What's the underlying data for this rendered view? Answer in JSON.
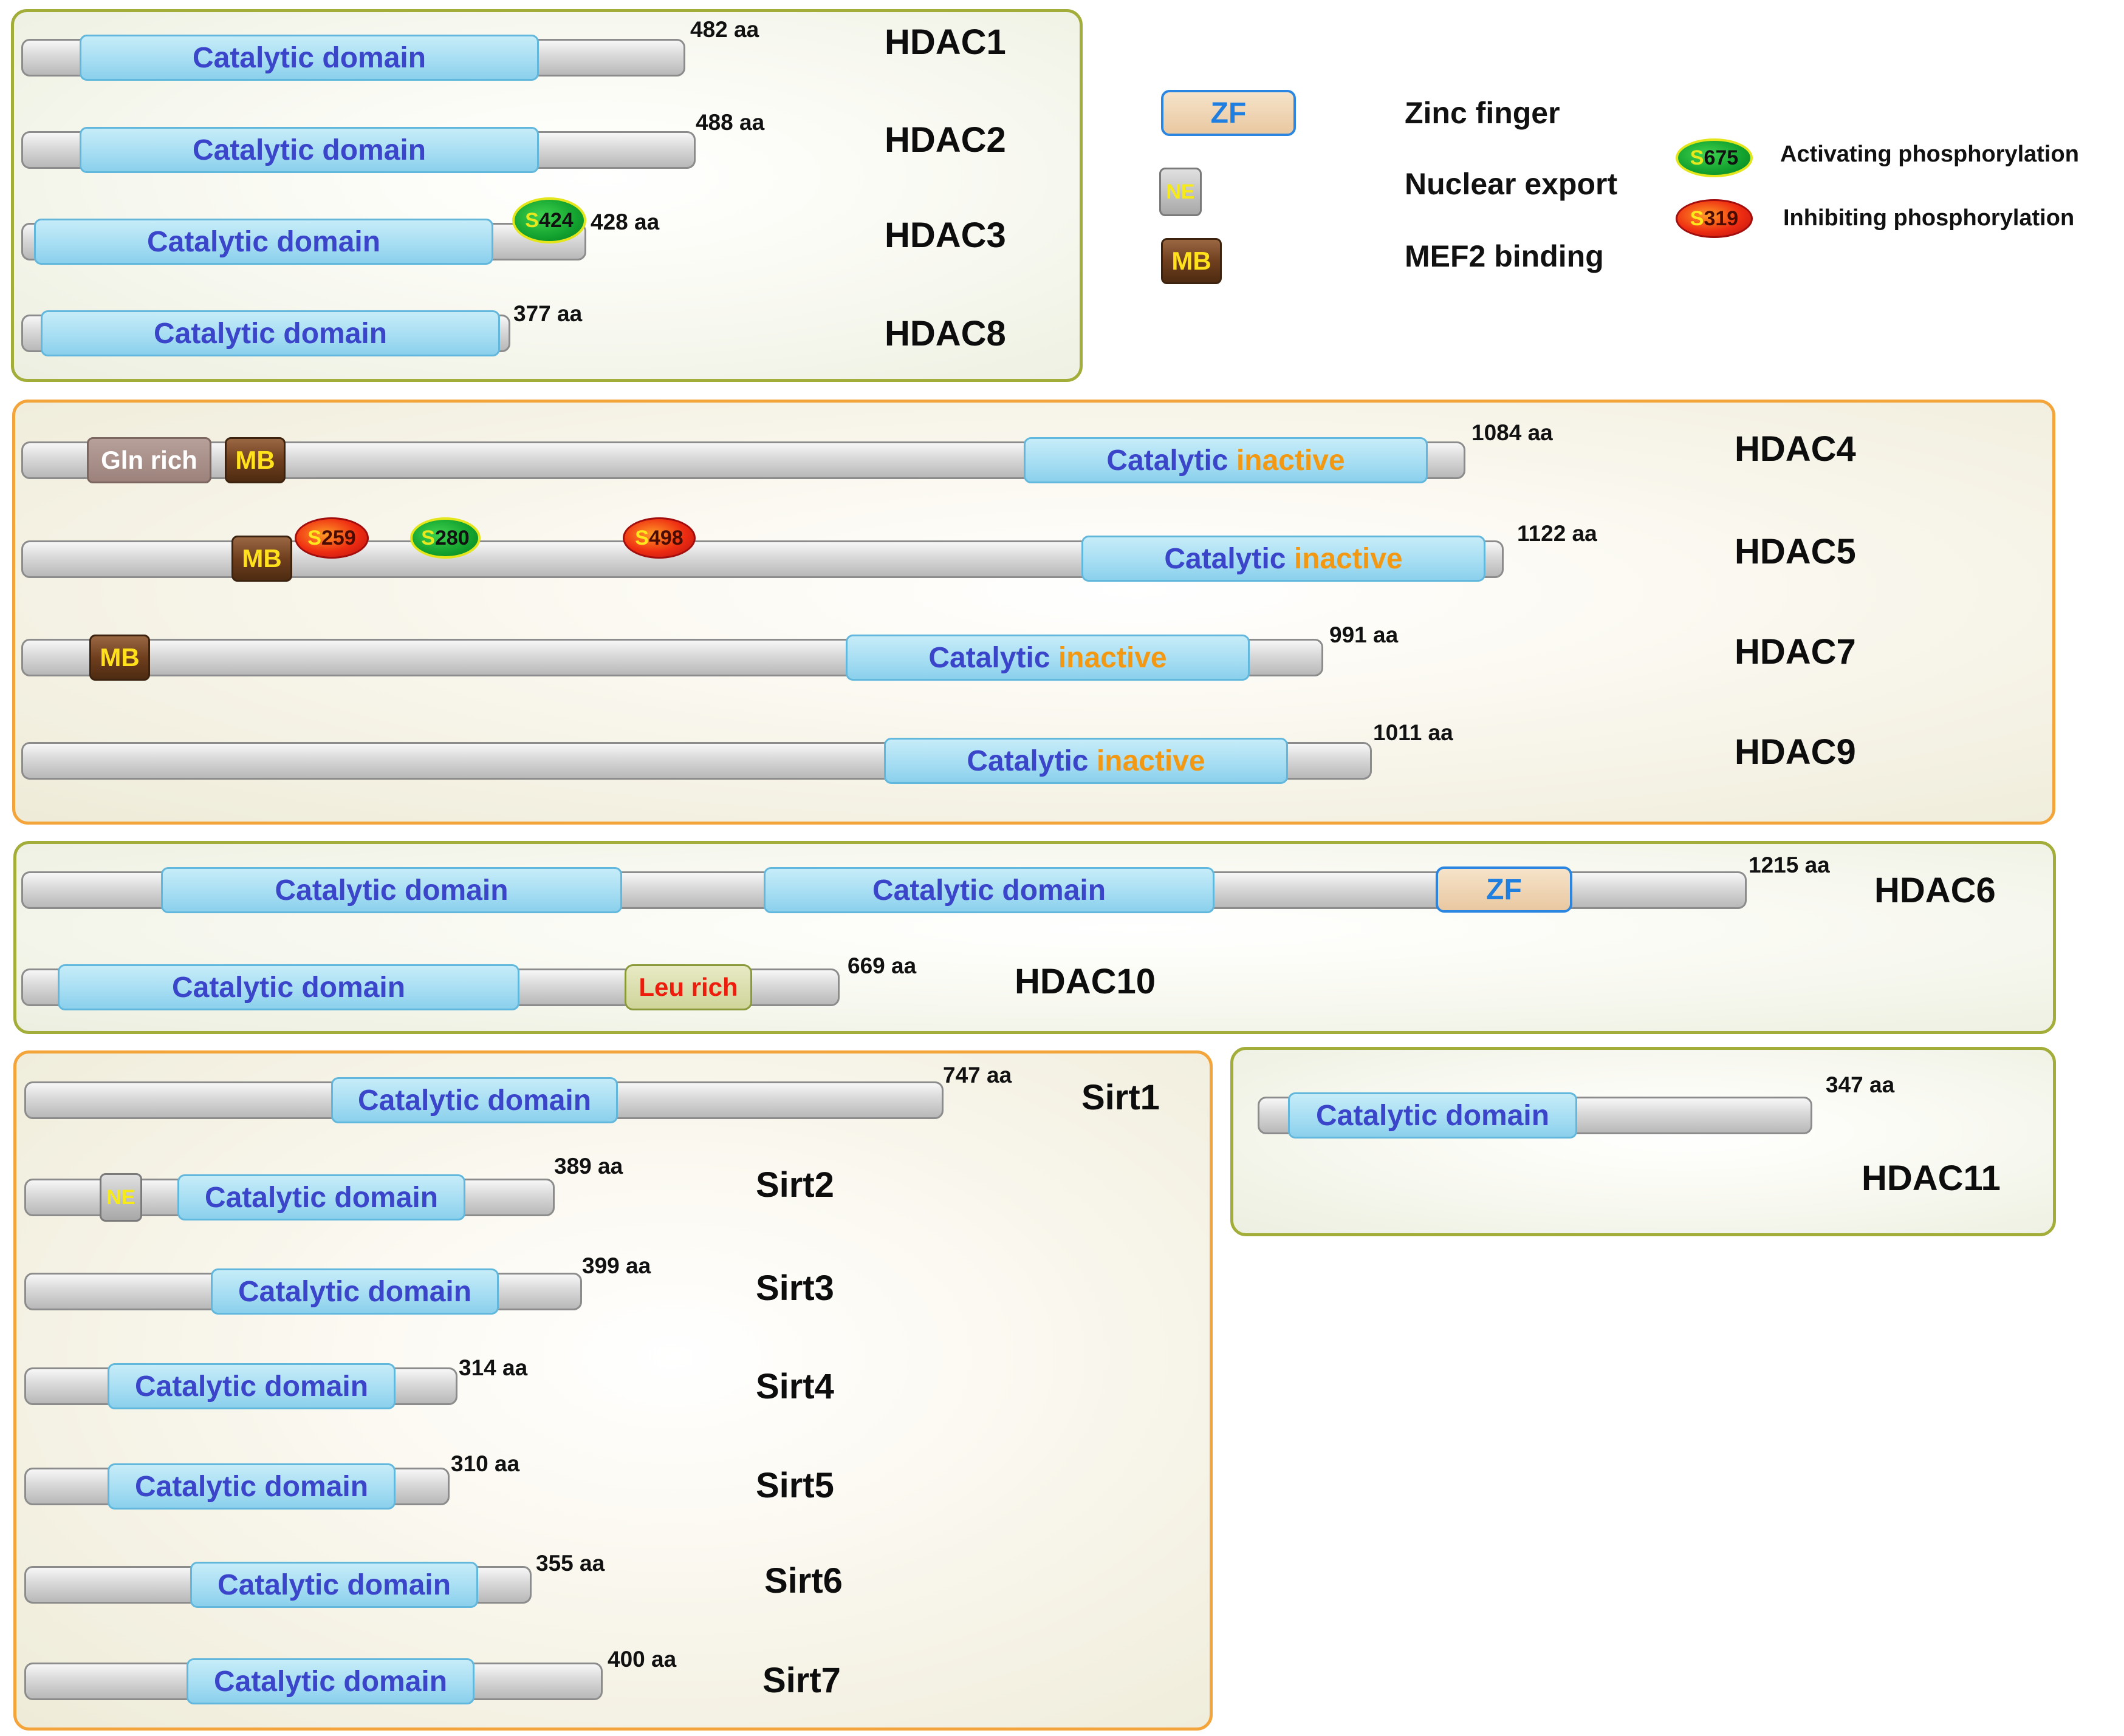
{
  "labels": {
    "catalytic_domain": "Catalytic domain",
    "catalytic": "Catalytic",
    "inactive": "inactive",
    "mb": "MB",
    "ne": "NE",
    "zf": "ZF",
    "gln_rich": "Gln  rich",
    "leu_rich": "Leu  rich",
    "s": "S"
  },
  "legend": {
    "zinc_finger": "Zinc finger",
    "nuclear_export": "Nuclear  export",
    "mef2_binding": "MEF2 binding",
    "activating": "Activating phosphorylation",
    "inhibiting": "Inhibiting phosphorylation",
    "act_site": "675",
    "inh_site": "319"
  },
  "proteins": {
    "hdac1": {
      "name": "HDAC1",
      "length": "482 aa"
    },
    "hdac2": {
      "name": "HDAC2",
      "length": "488 aa"
    },
    "hdac3": {
      "name": "HDAC3",
      "length": "428 aa",
      "site": "424"
    },
    "hdac8": {
      "name": "HDAC8",
      "length": "377 aa"
    },
    "hdac4": {
      "name": "HDAC4",
      "length": "1084 aa"
    },
    "hdac5": {
      "name": "HDAC5",
      "length": "1122 aa",
      "sites": [
        "259",
        "280",
        "498"
      ]
    },
    "hdac7": {
      "name": "HDAC7",
      "length": "991 aa"
    },
    "hdac9": {
      "name": "HDAC9",
      "length": "1011 aa"
    },
    "hdac6": {
      "name": "HDAC6",
      "length": "1215 aa"
    },
    "hdac10": {
      "name": "HDAC10",
      "length": "669 aa"
    },
    "sirt1": {
      "name": "Sirt1",
      "length": "747 aa"
    },
    "sirt2": {
      "name": "Sirt2",
      "length": "389 aa"
    },
    "sirt3": {
      "name": "Sirt3",
      "length": "399 aa"
    },
    "sirt4": {
      "name": "Sirt4",
      "length": "314 aa"
    },
    "sirt5": {
      "name": "Sirt5",
      "length": "310 aa"
    },
    "sirt6": {
      "name": "Sirt6",
      "length": "355 aa"
    },
    "sirt7": {
      "name": "Sirt7",
      "length": "400 aa"
    },
    "hdac11": {
      "name": "HDAC11",
      "length": "347 aa"
    }
  },
  "colors": {
    "catalytic_text": "#3a45c9",
    "inactive_text": "#f29812",
    "class1_border": "#a3ad3a",
    "class2a_border": "#f3a43a",
    "activating": "#12a12e",
    "inhibiting": "#ee2d12"
  }
}
